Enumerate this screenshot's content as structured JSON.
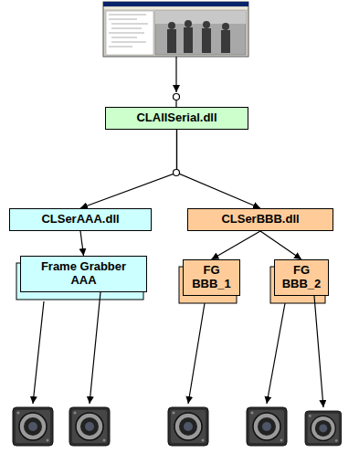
{
  "diagram": {
    "nodes": [
      {
        "text": [
          "CLAllSerial.dll"
        ]
      },
      {
        "text": [
          "CLSerAAA.dll"
        ]
      },
      {
        "text": [
          "CLSerBBB.dll"
        ]
      },
      {
        "text": [
          "Frame Grabber AAA"
        ]
      },
      {
        "text": [
          "FG BBB_1"
        ]
      },
      {
        "text": [
          "FG BBB_2"
        ]
      }
    ],
    "edges": [
      {
        "from": 0,
        "to": 1,
        "arrow": "to"
      },
      {
        "from": 0,
        "to": 2,
        "arrow": "to"
      },
      {
        "from": 1,
        "to": 3,
        "arrow": "to"
      },
      {
        "from": 2,
        "to": 4,
        "arrow": "to"
      },
      {
        "from": 2,
        "to": 5,
        "arrow": "to"
      }
    ]
  }
}
